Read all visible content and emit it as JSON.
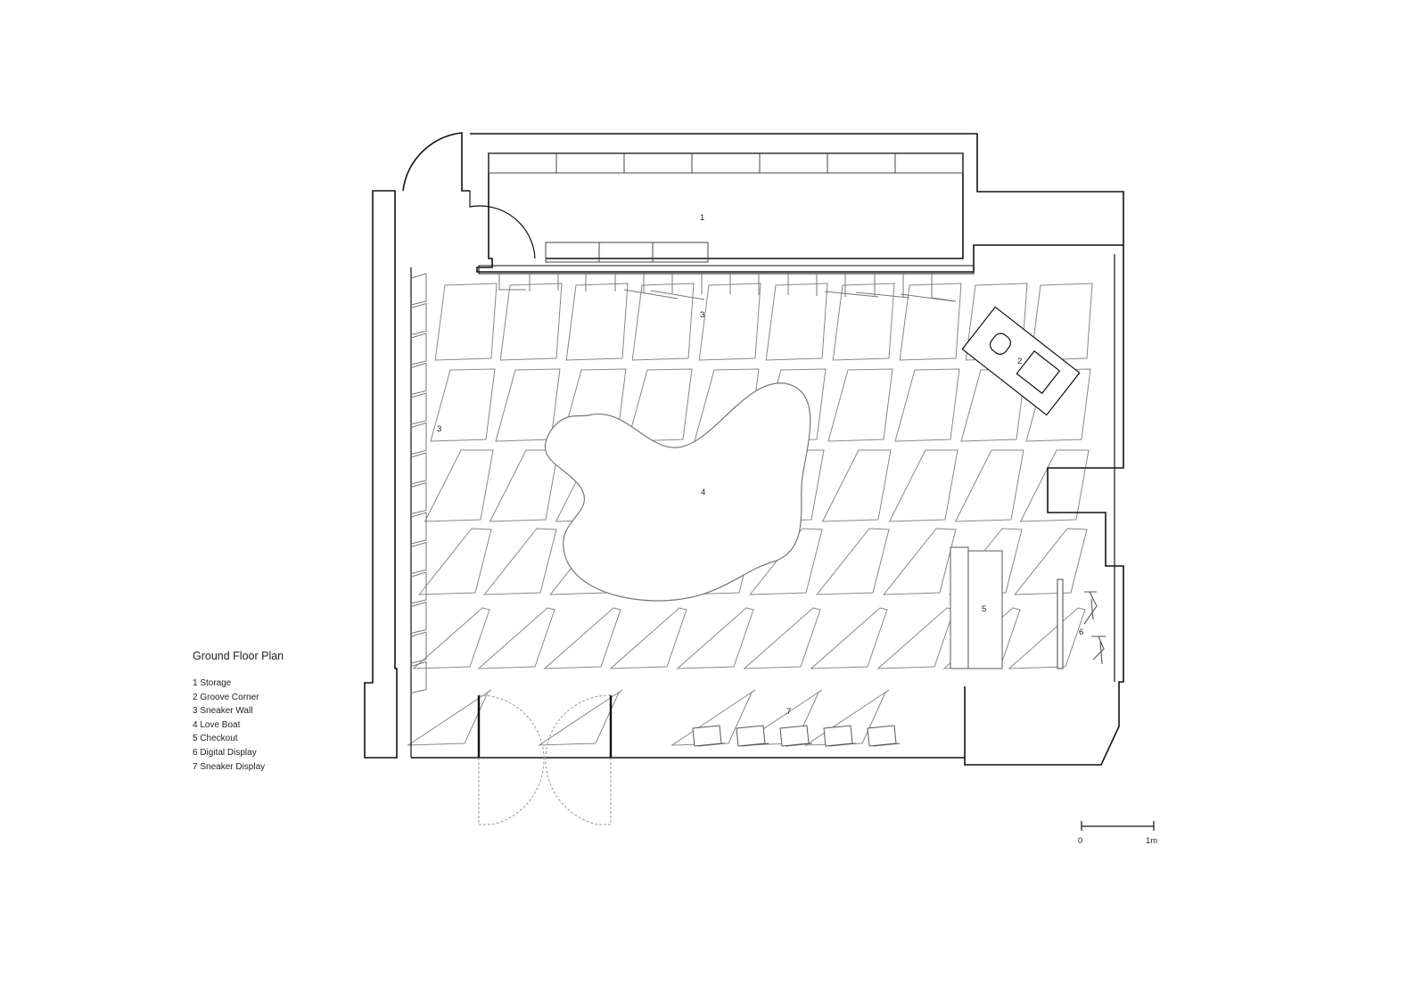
{
  "legend": {
    "title": "Ground Floor Plan",
    "items": [
      "1 Storage",
      "2 Groove Corner",
      "3 Sneaker Wall",
      "4 Love Boat",
      "5 Checkout",
      "6 Digital Display",
      "7 Sneaker Display"
    ]
  },
  "plan_labels": {
    "storage": "1",
    "groove_corner": "2",
    "sneaker_wall_top": "3",
    "sneaker_wall_left": "3",
    "love_boat": "4",
    "checkout": "5",
    "digital_display": "6",
    "sneaker_display": "7"
  },
  "scale_bar": {
    "start": "0",
    "end": "1m"
  },
  "colors": {
    "wall": "#111111",
    "fixture": "#888888",
    "door_swing": "#999999"
  }
}
